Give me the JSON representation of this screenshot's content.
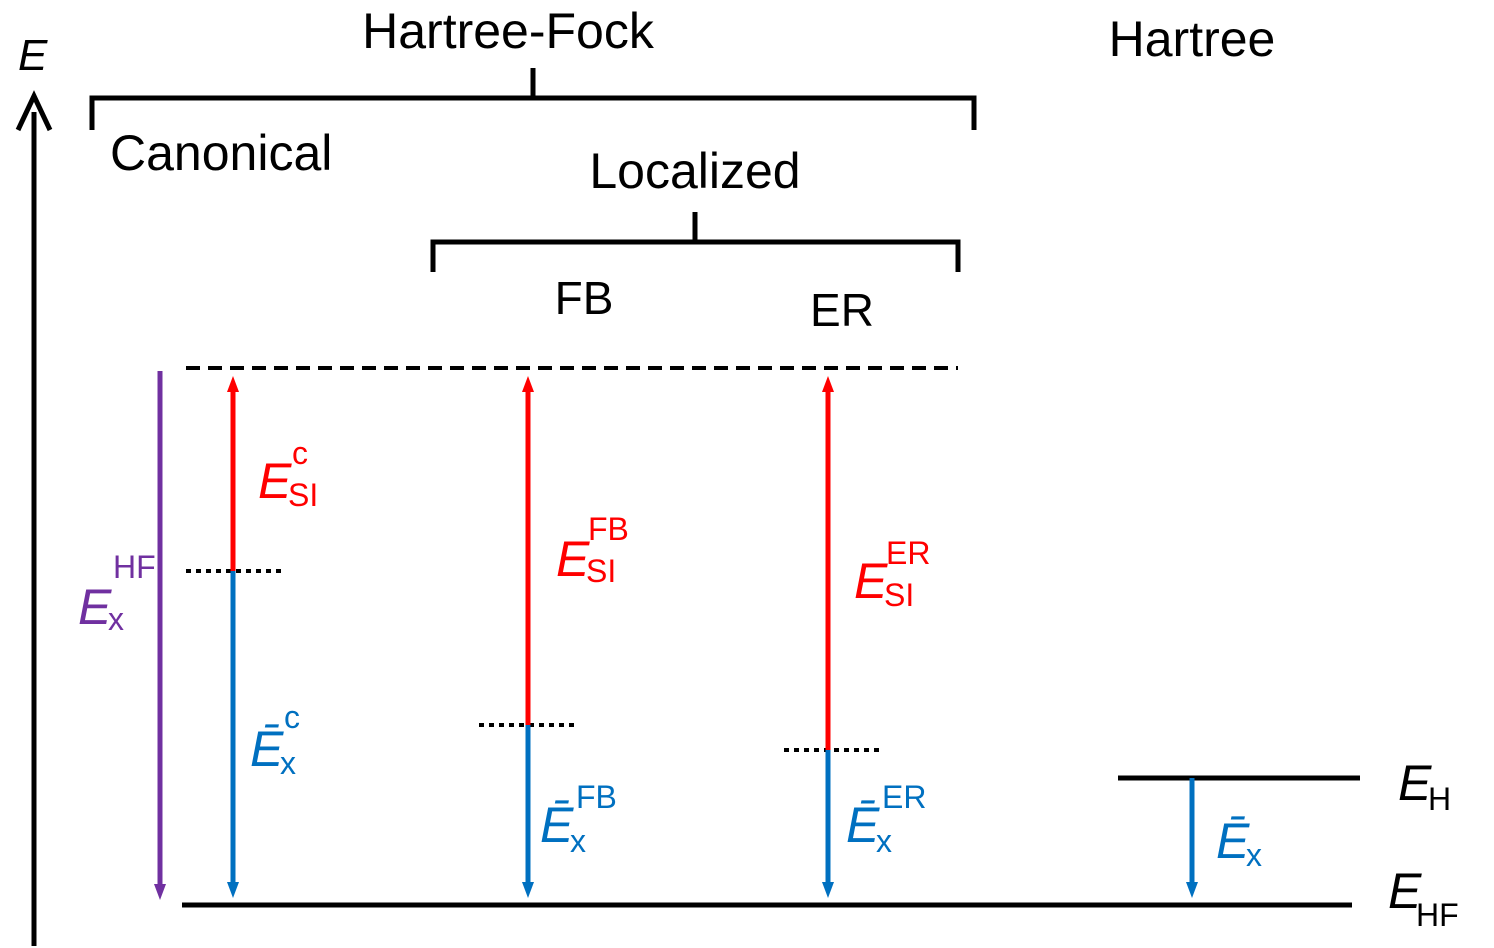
{
  "axis_label": "E",
  "groups": {
    "hartree_fock": "Hartree-Fock",
    "hartree": "Hartree",
    "canonical": "Canonical",
    "localized": "Localized",
    "fb": "FB",
    "er": "ER"
  },
  "levels": {
    "eh_main": "E",
    "eh_sub": "H",
    "ehf_main": "E",
    "ehf_sub": "HF"
  },
  "terms": {
    "ex_hf": {
      "main": "E",
      "sup": "HF",
      "sub": "x",
      "color": "#7030a0"
    },
    "esi_c": {
      "main": "E",
      "sup": "c",
      "sub": "SI",
      "color": "#ff0000"
    },
    "ex_c": {
      "main": "Ē",
      "sup": "c",
      "sub": "x",
      "color": "#0070c0"
    },
    "esi_fb": {
      "main": "E",
      "sup": "FB",
      "sub": "SI",
      "color": "#ff0000"
    },
    "ex_fb": {
      "main": "Ē",
      "sup": "FB",
      "sub": "x",
      "color": "#0070c0"
    },
    "esi_er": {
      "main": "E",
      "sup": "ER",
      "sub": "SI",
      "color": "#ff0000"
    },
    "ex_er": {
      "main": "Ē",
      "sup": "ER",
      "sub": "x",
      "color": "#0070c0"
    },
    "ex_h": {
      "main": "Ē",
      "sub": "x",
      "color": "#0070c0"
    }
  },
  "colors": {
    "red": "#ff0000",
    "blue": "#0070c0",
    "purple": "#7030a0",
    "black": "#000000"
  }
}
